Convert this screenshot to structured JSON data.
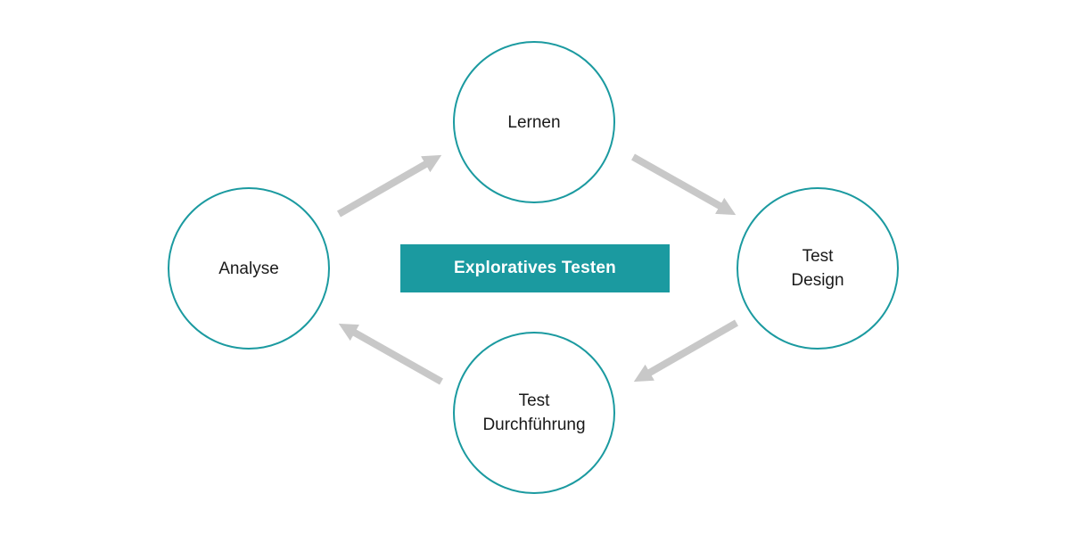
{
  "diagram": {
    "center_label": "Exploratives Testen",
    "nodes": {
      "lernen": "Lernen",
      "test_design": "Test\nDesign",
      "test_durchfuehrung": "Test\nDurchführung",
      "analyse": "Analyse"
    },
    "colors": {
      "accent": "#1b9aa0",
      "arrow": "#c8c8c8",
      "text": "#1a1a1a"
    }
  }
}
